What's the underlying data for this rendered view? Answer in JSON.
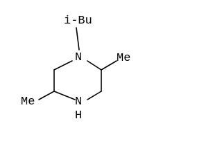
{
  "molecule": {
    "labels": {
      "isobutyl": "i-Bu",
      "n1": "N",
      "methyl_right": "Me",
      "n4": "N",
      "n4_h": "H",
      "methyl_left": "Me"
    }
  },
  "colors": {
    "bond": "#000000",
    "text": "#000000",
    "background": "#ffffff"
  }
}
